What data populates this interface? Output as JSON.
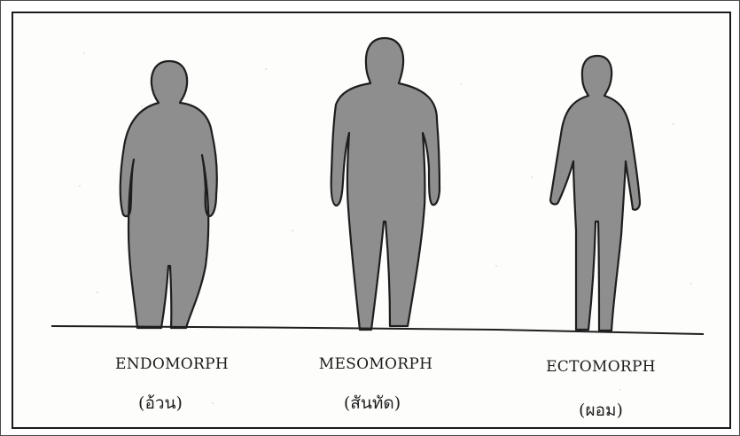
{
  "body_types": [
    {
      "name": "ENDOMORPH",
      "thai": "(อ้วน)"
    },
    {
      "name": "MESOMORPH",
      "thai": "(สันทัด)"
    },
    {
      "name": "ECTOMORPH",
      "thai": "(ผอม)"
    }
  ],
  "colors": {
    "figure_fill": "#8e8e8e",
    "figure_stroke": "#1e1e1e",
    "ground_line": "#1e1e1e",
    "text": "#1c1c1c"
  }
}
